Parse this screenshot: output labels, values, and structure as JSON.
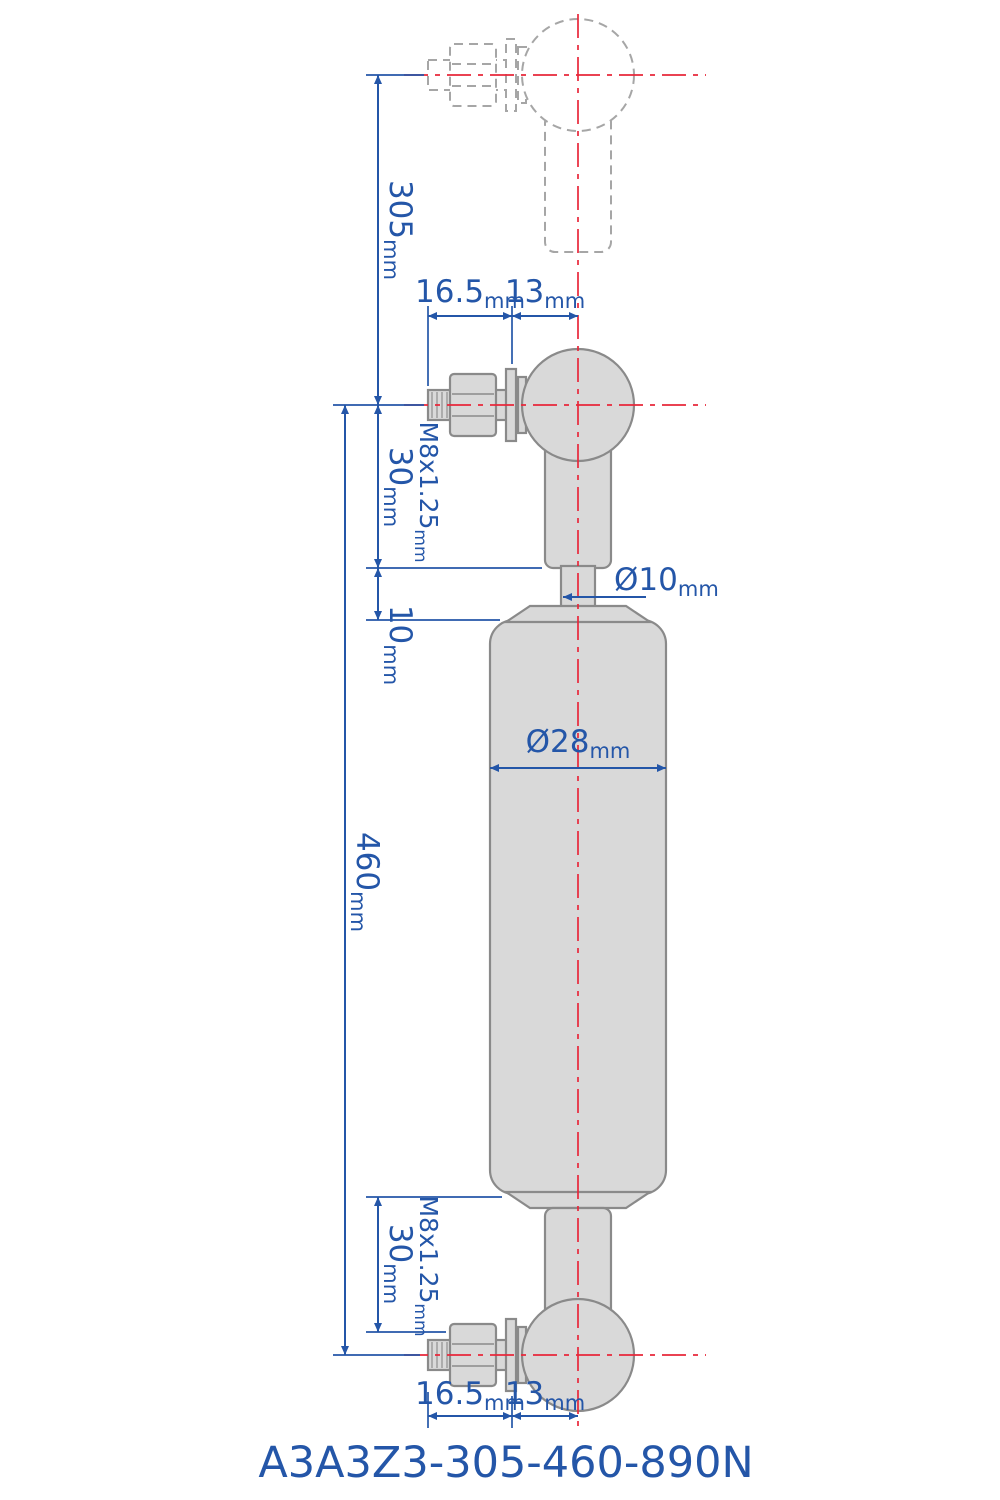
{
  "title": "A3A3Z3-305-460-890N",
  "dims": {
    "extended": {
      "value": "305",
      "unit": "mm"
    },
    "stud_top": {
      "value": "16.5",
      "unit": "mm"
    },
    "offset_top": {
      "value": "13",
      "unit": "mm"
    },
    "thread_top": {
      "value": "M8x1.25",
      "unit": "mm"
    },
    "socket_top": {
      "value": "30",
      "unit": "mm"
    },
    "rod_exposed": {
      "value": "10",
      "unit": "mm"
    },
    "rod_dia": {
      "value": "Ø10",
      "unit": "mm"
    },
    "body_dia": {
      "value": "Ø28",
      "unit": "mm"
    },
    "body_length": {
      "value": "460",
      "unit": "mm"
    },
    "socket_bottom": {
      "value": "30",
      "unit": "mm"
    },
    "thread_bottom": {
      "value": "M8x1.25",
      "unit": "mm"
    },
    "stud_bottom": {
      "value": "16.5",
      "unit": "mm"
    },
    "offset_bottom": {
      "value": "13",
      "unit": "mm"
    }
  },
  "colors": {
    "dimension_blue": "#2456a8",
    "centerline_red": "#e8273a",
    "part_fill": "#d9d9d9",
    "part_stroke": "#8a8a8a",
    "ghost_stroke": "#a6a6a6"
  }
}
